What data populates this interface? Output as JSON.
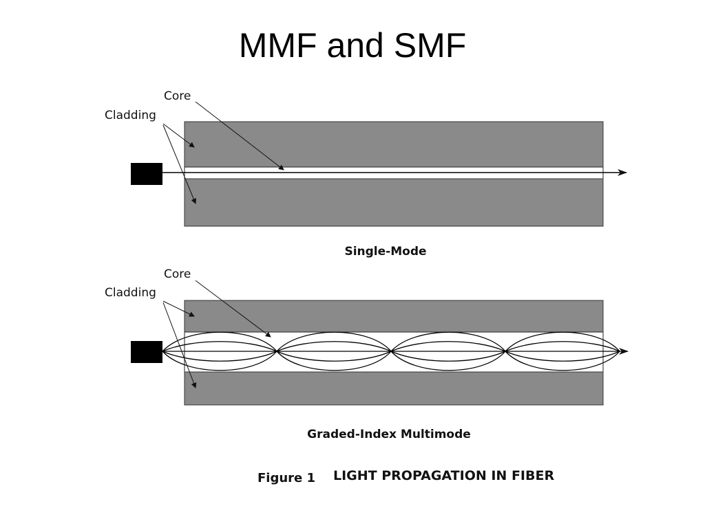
{
  "slide": {
    "title": "MMF and SMF"
  },
  "single_mode": {
    "label_core": "Core",
    "label_cladding": "Cladding",
    "caption": "Single-Mode"
  },
  "multimode": {
    "label_core": "Core",
    "label_cladding": "Cladding",
    "caption": "Graded-Index Multimode"
  },
  "figure": {
    "number": "Figure 1",
    "caption": "LIGHT PROPAGATION IN FIBER"
  },
  "colors": {
    "cladding": "#8a8a8a",
    "core": "#ffffff",
    "source": "#000000",
    "ray": "#000000"
  }
}
